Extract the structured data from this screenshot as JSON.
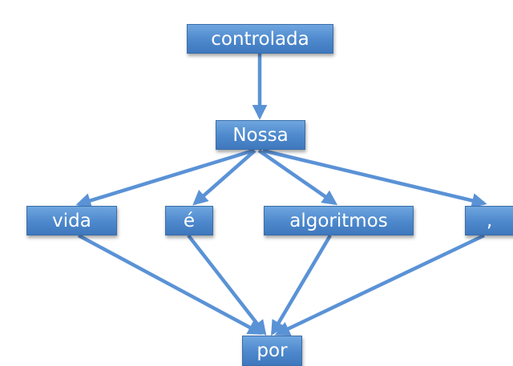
{
  "diagram": {
    "nodes": [
      {
        "id": "controlada",
        "label": "controlada"
      },
      {
        "id": "nossa",
        "label": "Nossa"
      },
      {
        "id": "vida",
        "label": "vida"
      },
      {
        "id": "e",
        "label": "é"
      },
      {
        "id": "algoritmos",
        "label": "algoritmos"
      },
      {
        "id": "comma",
        "label": ","
      },
      {
        "id": "por",
        "label": "por"
      }
    ],
    "edges": [
      {
        "from": "controlada",
        "to": "nossa"
      },
      {
        "from": "nossa",
        "to": "vida"
      },
      {
        "from": "nossa",
        "to": "e"
      },
      {
        "from": "nossa",
        "to": "algoritmos"
      },
      {
        "from": "nossa",
        "to": "comma"
      },
      {
        "from": "vida",
        "to": "por"
      },
      {
        "from": "e",
        "to": "por"
      },
      {
        "from": "algoritmos",
        "to": "por"
      },
      {
        "from": "comma",
        "to": "por"
      }
    ],
    "colors": {
      "node_fill": "#4f8bd0",
      "edge": "#5a92d6"
    }
  }
}
